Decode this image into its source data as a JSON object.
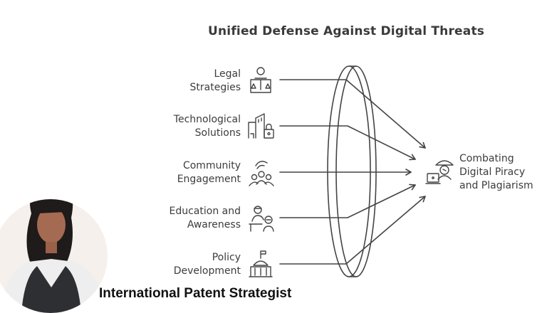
{
  "title": "Unified Defense Against Digital Threats",
  "inputs": [
    {
      "label": "Legal\nStrategies",
      "icon": "scales-of-justice-icon"
    },
    {
      "label": "Technological\nSolutions",
      "icon": "buildings-lock-icon"
    },
    {
      "label": "Community\nEngagement",
      "icon": "community-group-icon"
    },
    {
      "label": "Education and\nAwareness",
      "icon": "teacher-student-icon"
    },
    {
      "label": "Policy\nDevelopment",
      "icon": "government-building-icon"
    }
  ],
  "output": {
    "label": "Combating\nDigital Piracy\nand Plagiarism",
    "icon": "pirate-laptop-icon"
  },
  "lens": {
    "name": "converging-lens-icon"
  },
  "caption": "International Patent Strategist",
  "colors": {
    "stroke": "#444444",
    "text": "#3c3c3c",
    "caption": "#111111"
  }
}
